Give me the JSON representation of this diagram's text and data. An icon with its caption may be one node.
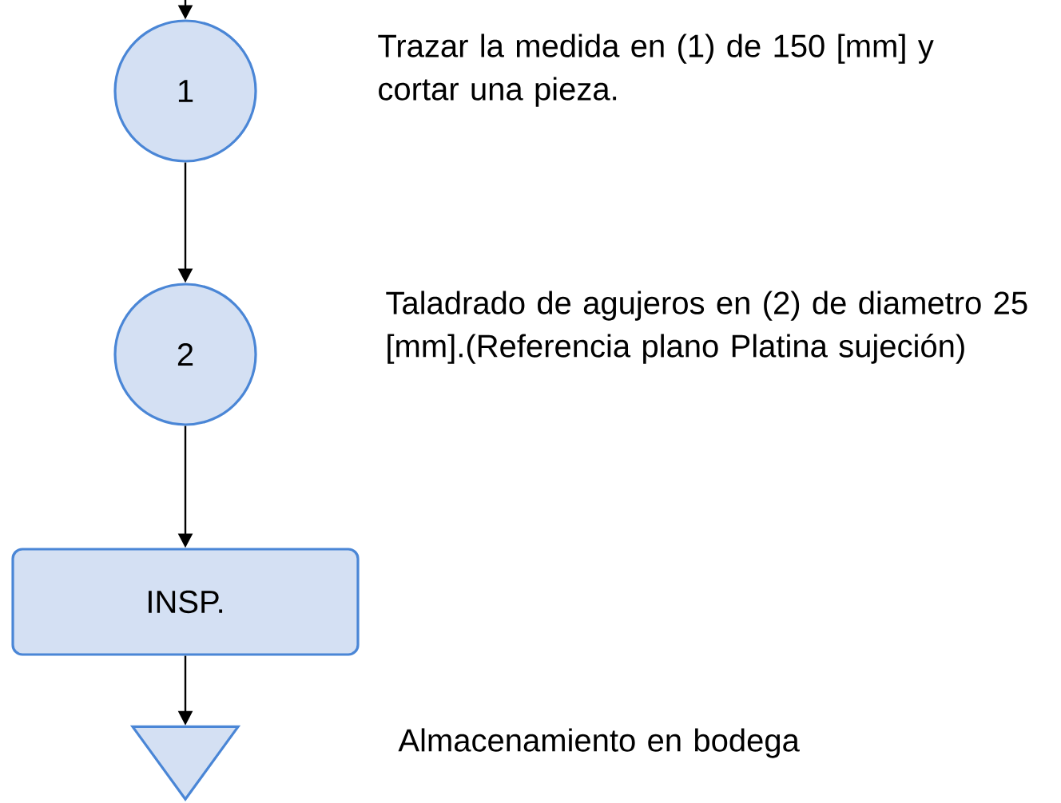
{
  "diagram": {
    "nodes": [
      {
        "text": [
          "1"
        ]
      },
      {
        "text": [
          "2"
        ]
      },
      {
        "text": [
          "INSP."
        ]
      },
      {
        "text": [],
        "shape": "triangle"
      }
    ],
    "edges": [
      {
        "from": null,
        "to": 0,
        "arrow": "to"
      },
      {
        "from": 0,
        "to": 1,
        "arrow": "to"
      },
      {
        "from": 1,
        "to": 2,
        "arrow": "to"
      },
      {
        "from": 2,
        "to": 3,
        "arrow": "to"
      }
    ],
    "labels": [
      "Trazar la medida en (1) de 150 [mm] y cortar una pieza.",
      "Taladrado de agujeros en (2) de diametro 25 [mm].(Referencia plano Platina sujeción)",
      "Almacenamiento en bodega"
    ]
  }
}
